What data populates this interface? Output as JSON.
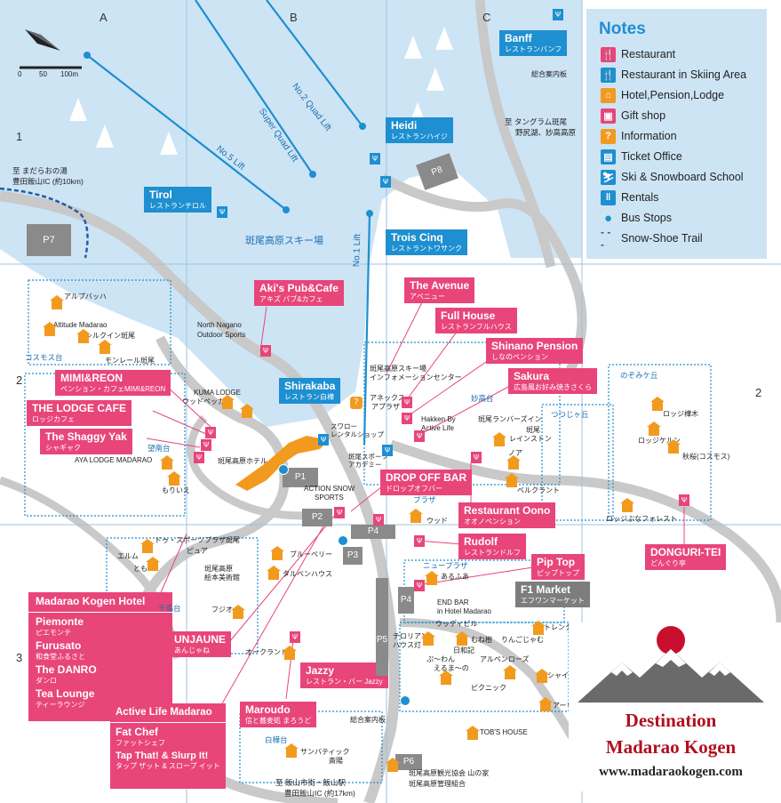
{
  "grid": {
    "columns": [
      "A",
      "B",
      "C"
    ],
    "rows": [
      "1",
      "2",
      "3"
    ],
    "row_right": "2"
  },
  "scale": {
    "zero": "0",
    "mid": "50",
    "end": "100m"
  },
  "notes": {
    "title": "Notes",
    "items": [
      {
        "icon": "restaurant-icon",
        "color": "#e8457a",
        "label": "Restaurant"
      },
      {
        "icon": "ski-restaurant-icon",
        "color": "#1e8fd0",
        "label": "Restaurant in Skiing Area"
      },
      {
        "icon": "lodge-icon",
        "color": "#f29a1e",
        "label": "Hotel,Pension,Lodge"
      },
      {
        "icon": "gift-icon",
        "color": "#e8457a",
        "label": "Gift shop"
      },
      {
        "icon": "info-icon",
        "color": "#f29a1e",
        "label": "Information"
      },
      {
        "icon": "ticket-icon",
        "color": "#1e8fd0",
        "label": "Ticket Office"
      },
      {
        "icon": "ski-school-icon",
        "color": "#1e8fd0",
        "label": "Ski & Snowboard School"
      },
      {
        "icon": "rentals-icon",
        "color": "#1e8fd0",
        "label": "Rentals"
      },
      {
        "icon": "bus-stop-icon",
        "color": "#1e8fd0",
        "label": "Bus Stops"
      },
      {
        "icon": "snowshoe-trail-icon",
        "color": "#1e5fa8",
        "label": "Snow-Shoe Trail"
      }
    ]
  },
  "lifts": {
    "quad2": "No.2 Quad Lift",
    "super_quad": "Super Quad Lift",
    "no5": "No.5 Lift",
    "no1": "No.1 Lift"
  },
  "ski_area_label": "斑尾高原スキー場",
  "blue_boxes": {
    "banff": {
      "en": "Banff",
      "jp": "レストランバンフ"
    },
    "heidi": {
      "en": "Heidi",
      "jp": "レストランハイジ"
    },
    "tirol": {
      "en": "Tirol",
      "jp": "レストランチロル"
    },
    "trois_cinq": {
      "en": "Trois Cinq",
      "jp": "レストラントワサンク"
    },
    "shirakaba": {
      "en": "Shirakaba",
      "jp": "レストラン白樺"
    }
  },
  "pink_boxes": {
    "akis": {
      "en": "Aki's Pub&Cafe",
      "jp": "アキズ パブ&カフェ"
    },
    "avenue": {
      "en": "The Avenue",
      "jp": "アベニュー"
    },
    "full_house": {
      "en": "Full House",
      "jp": "レストランフルハウス"
    },
    "shinano": {
      "en": "Shinano Pension",
      "jp": "しなのペンション"
    },
    "sakura": {
      "en": "Sakura",
      "jp": "広島風お好み焼きさくら"
    },
    "mimi": {
      "en": "MIMI&REON",
      "jp": "ペンション・カフェMIMI&REON"
    },
    "lodge_cafe": {
      "en": "THE LODGE CAFE",
      "jp": "ロッジカフェ"
    },
    "shaggy": {
      "en": "The Shaggy Yak",
      "jp": "シャギャク"
    },
    "drop_off": {
      "en": "DROP OFF BAR",
      "jp": "ドロップオフバー"
    },
    "oono": {
      "en": "Restaurant Oono",
      "jp": "オオノペンション"
    },
    "rudolf": {
      "en": "Rudolf",
      "jp": "レストランドルフ"
    },
    "donguri": {
      "en": "DONGURI-TEI",
      "jp": "どんぐり亭"
    },
    "pip_top": {
      "en": "Pip Top",
      "jp": "ピップトップ"
    },
    "unjaune": {
      "en": "UNJAUNE",
      "jp": "あんじゃね"
    },
    "jazzy": {
      "en": "Jazzy",
      "jp": "レストラン・バー Jazzy"
    },
    "maroudo": {
      "en": "Maroudo",
      "jp": "信と蕎麦処 まろうど"
    }
  },
  "hotel_box": {
    "title": "Madarao Kogen Hotel",
    "items": [
      {
        "en": "Piemonte",
        "jp": "ピエモンテ"
      },
      {
        "en": "Furusato",
        "jp": "和食堂ふるさと"
      },
      {
        "en": "The DANRO",
        "jp": "ダンロ"
      },
      {
        "en": "Tea Lounge",
        "jp": "ティーラウンジ"
      }
    ]
  },
  "active_life_box": {
    "title": "Active Life Madarao",
    "items": [
      {
        "en": "Fat Chef",
        "jp": "ファットシェフ"
      },
      {
        "en": "Tap That! & Slurp It!",
        "jp": "タップ ザット & スロープ イット"
      }
    ]
  },
  "f1_market": {
    "en": "F1 Market",
    "jp": "エフワンマーケット"
  },
  "parking": {
    "p1": "P1",
    "p2": "P2",
    "p3": "P3",
    "p4": "P4",
    "p5": "P5",
    "p6": "P6",
    "p7": "P7",
    "p8": "P8"
  },
  "labels": {
    "madara_onsen": "至 まだらおの湯",
    "toyota_ic": "豊田飯山IC (約10km)",
    "tangram": "至 タングラム斑尾",
    "nojiri": "野尻湖、妙高高原",
    "info_center_top": "総合案内板",
    "info_center_bottom": "総合案内板",
    "to_iiyama": "至 飯山市街・飯山駅",
    "toyota_ic_bottom": "豊田飯山IC (約17km)",
    "altitude": "Altitude Madarao",
    "silk_in": "シルクイン斑尾",
    "alpbach": "アルプバッハ",
    "cosmos": "コスモス台",
    "montreal": "モンレール斑尾",
    "north_nagano": "North Nagano",
    "outdoor_sports": "Outdoor Sports",
    "kuma_lodge": "KUMA LODGE",
    "woodpecker": "ウッドペッカー",
    "aya_lodge": "AYA LODGE MADARAO",
    "moriie": "もりいえ",
    "bouneki": "望南台",
    "madarao_hotel": "斑尾高原ホテル",
    "info_center": "斑尾高原スキー場",
    "info_center2": "インフォメーションセンター",
    "annex": "アネックス",
    "aplaza": "アプラザ",
    "swallow": "スワロー",
    "rental_shop": "レンタルショップ",
    "ski_academy": "斑尾スポーツ",
    "ski_academy2": "アカデミー",
    "myoko_dai": "妙高台",
    "hakken": "Hakken By",
    "active_life": "Active Life",
    "ranbers": "斑尾ランバーズイン",
    "madarao_lodge": "斑尾",
    "restaurant": "レインストン",
    "tsutsuji": "つつじヶ丘",
    "noa": "ノア",
    "bell_grand": "ベルクラント",
    "nozomi": "のぞみケ丘",
    "loge_mokuba": "ロッジ樺木",
    "lodge_kelun": "ロッジケルン",
    "akiba": "秋桜(コスモス)",
    "loge_forest": "ロッジぶなフォレスト",
    "action_snow": "ACTION SNOW",
    "sports": "SPORTS",
    "plaza": "プラザ",
    "wood": "ウッド",
    "dosports": "ドゥ・スポーツプラザ斑尾",
    "piano": "ピュア",
    "ermu": "エルム",
    "tomo": "とも",
    "madarao_art": "斑尾高原",
    "picture_museum": "絵本美術館",
    "blueberry": "ブルーベリー",
    "tarubenhaus": "タルベンハウス",
    "new_plaza": "ニュープラザ",
    "arufua": "あるふあ",
    "end_bar": "END BAR",
    "in_hotel": "in Hotel Madarao",
    "chiroru": "チロリアン",
    "hausu": "ハウス灯",
    "udeeru": "ウッディビル",
    "chitose": "千鳥台",
    "fujio": "フジオ",
    "oakland": "オークランド",
    "mumaki": "むね樹",
    "ringojam": "りんごじゃむ",
    "trent": "トレンタ",
    "hinata": "日和記",
    "alpen": "アルペンローズ",
    "buwan": "ぷ～わん",
    "erumasu": "えるま～の",
    "pikunik": "ピクニック",
    "shai": "シャイ",
    "arii": "アーリー",
    "tobs": "TOB'S HOUSE",
    "shirakaba_dai": "白樺台",
    "sunbathic": "サンバティック",
    "saiyo": "斎陽",
    "tourist_assoc": "斑尾高原観光協会 山の家",
    "mgmt": "斑尾高原管理組合"
  },
  "brand": {
    "line1": "Destination",
    "line2": "Madarao Kogen",
    "url": "www.madaraokogen.com"
  }
}
